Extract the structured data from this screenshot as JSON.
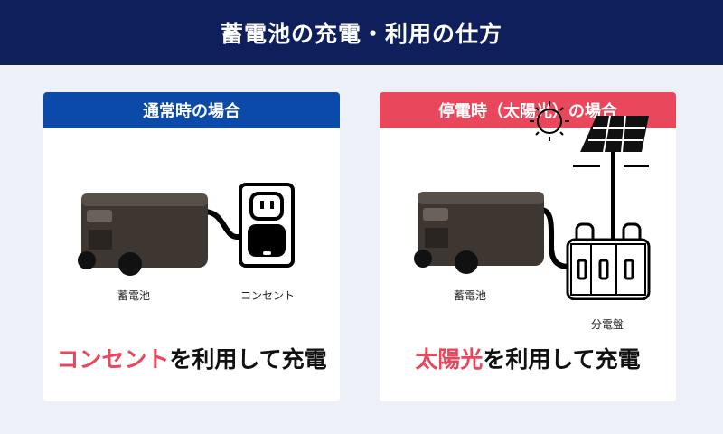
{
  "title": "蓄電池の充電・利用の仕方",
  "colors": {
    "header": "#0f1f5c",
    "normal": "#0b4aa8",
    "outage": "#e8475c",
    "highlight": "#e8475c"
  },
  "normal": {
    "label": "通常時の場合",
    "battery_label": "蓄電池",
    "outlet_label": "コンセント",
    "caption_highlight": "コンセント",
    "caption_rest": "を利用して充電"
  },
  "outage": {
    "label": "停電時（太陽光）の場合",
    "battery_label": "蓄電池",
    "panel_label": "分電盤",
    "caption_highlight": "太陽光",
    "caption_rest": "を利用して充電"
  }
}
